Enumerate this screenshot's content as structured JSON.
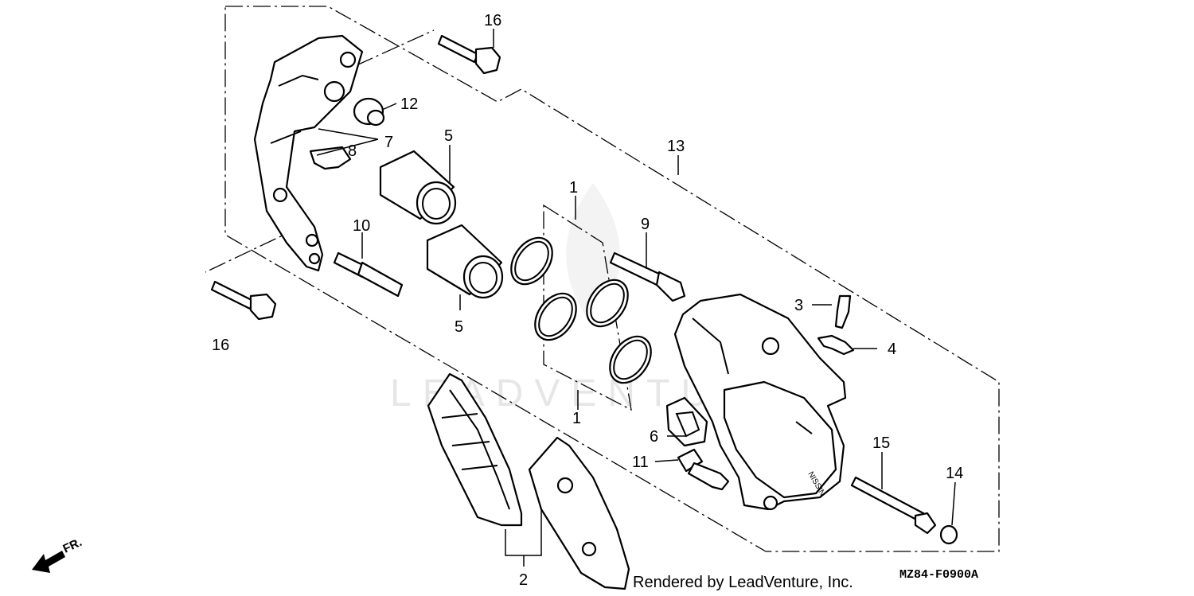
{
  "diagram": {
    "callouts": [
      "16",
      "12",
      "7",
      "8",
      "5",
      "13",
      "1",
      "9",
      "10",
      "5",
      "16",
      "3",
      "4",
      "1",
      "6",
      "11",
      "15",
      "14",
      "2"
    ],
    "watermark": "LEADVENTURE",
    "direction_label": "FR.",
    "credit": "Rendered by LeadVenture, Inc.",
    "diagram_code": "MZ84-F0900A"
  }
}
